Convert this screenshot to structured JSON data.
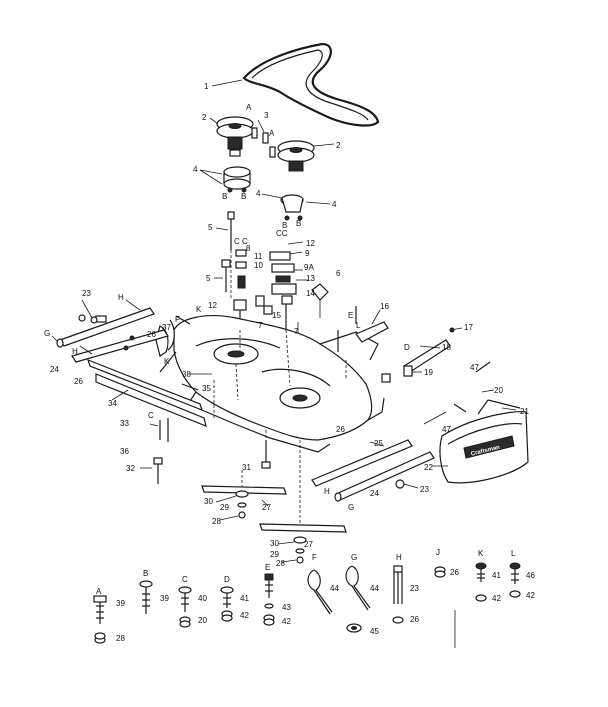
{
  "callouts": [
    {
      "id": "c1",
      "text": "1"
    },
    {
      "id": "c2a",
      "text": "2"
    },
    {
      "id": "c2b",
      "text": "2"
    },
    {
      "id": "cA1",
      "text": "A"
    },
    {
      "id": "cA2",
      "text": "A"
    },
    {
      "id": "c3",
      "text": "3"
    },
    {
      "id": "c4a",
      "text": "4"
    },
    {
      "id": "c4b",
      "text": "4"
    },
    {
      "id": "c4c",
      "text": "4"
    },
    {
      "id": "cB1",
      "text": "B"
    },
    {
      "id": "cB2",
      "text": "B"
    },
    {
      "id": "cB3",
      "text": "B"
    },
    {
      "id": "cB4",
      "text": "B"
    },
    {
      "id": "c5a",
      "text": "5"
    },
    {
      "id": "c5b",
      "text": "5"
    },
    {
      "id": "cC1",
      "text": "C"
    },
    {
      "id": "cC2",
      "text": "C"
    },
    {
      "id": "cCC",
      "text": "CC"
    },
    {
      "id": "c12a",
      "text": "12"
    },
    {
      "id": "c12b",
      "text": "12"
    },
    {
      "id": "c9",
      "text": "9"
    },
    {
      "id": "c10",
      "text": "10"
    },
    {
      "id": "c11",
      "text": "11"
    },
    {
      "id": "c8",
      "text": "8"
    },
    {
      "id": "c9A",
      "text": "9A"
    },
    {
      "id": "c13",
      "text": "13"
    },
    {
      "id": "c6",
      "text": "6"
    },
    {
      "id": "c14",
      "text": "14"
    },
    {
      "id": "c7a",
      "text": "7"
    },
    {
      "id": "c7b",
      "text": "7"
    },
    {
      "id": "c15",
      "text": "15"
    },
    {
      "id": "c16",
      "text": "16"
    },
    {
      "id": "c17",
      "text": "17"
    },
    {
      "id": "c18",
      "text": "18"
    },
    {
      "id": "c19",
      "text": "19"
    },
    {
      "id": "cD1",
      "text": "D"
    },
    {
      "id": "cE1",
      "text": "E"
    },
    {
      "id": "cL1",
      "text": "L"
    },
    {
      "id": "c23a",
      "text": "23"
    },
    {
      "id": "cH1",
      "text": "H"
    },
    {
      "id": "cG1",
      "text": "G"
    },
    {
      "id": "c24a",
      "text": "24"
    },
    {
      "id": "cH2",
      "text": "H"
    },
    {
      "id": "c26a",
      "text": "26"
    },
    {
      "id": "cF1",
      "text": "F"
    },
    {
      "id": "c37",
      "text": "37"
    },
    {
      "id": "cK1",
      "text": "K"
    },
    {
      "id": "cK2",
      "text": "K"
    },
    {
      "id": "c26b",
      "text": "26"
    },
    {
      "id": "c38",
      "text": "38"
    },
    {
      "id": "c35",
      "text": "35"
    },
    {
      "id": "c34",
      "text": "34"
    },
    {
      "id": "c33",
      "text": "33"
    },
    {
      "id": "cC3",
      "text": "C"
    },
    {
      "id": "c36",
      "text": "36"
    },
    {
      "id": "c32",
      "text": "32"
    },
    {
      "id": "c31",
      "text": "31"
    },
    {
      "id": "c26c",
      "text": "26"
    },
    {
      "id": "c25",
      "text": "25"
    },
    {
      "id": "cH3",
      "text": "H"
    },
    {
      "id": "c24b",
      "text": "24"
    },
    {
      "id": "cG2",
      "text": "G"
    },
    {
      "id": "c23b",
      "text": "23"
    },
    {
      "id": "c47a",
      "text": "47"
    },
    {
      "id": "c20",
      "text": "20"
    },
    {
      "id": "c21",
      "text": "21"
    },
    {
      "id": "c47b",
      "text": "47"
    },
    {
      "id": "c22",
      "text": "22"
    },
    {
      "id": "c27a",
      "text": "27"
    },
    {
      "id": "c30a",
      "text": "30"
    },
    {
      "id": "c29a",
      "text": "29"
    },
    {
      "id": "c28a",
      "text": "28"
    },
    {
      "id": "c30b",
      "text": "30"
    },
    {
      "id": "c29b",
      "text": "29"
    },
    {
      "id": "c28b",
      "text": "28"
    },
    {
      "id": "c27b",
      "text": "27"
    }
  ],
  "hardware_letters": [
    "A",
    "B",
    "C",
    "D",
    "E",
    "F",
    "G",
    "H",
    "J",
    "K",
    "L"
  ],
  "hardware_numbers": [
    {
      "id": "h39a",
      "text": "39"
    },
    {
      "id": "h39b",
      "text": "39"
    },
    {
      "id": "h40",
      "text": "40"
    },
    {
      "id": "h41a",
      "text": "41"
    },
    {
      "id": "h43",
      "text": "43"
    },
    {
      "id": "h44a",
      "text": "44"
    },
    {
      "id": "h44b",
      "text": "44"
    },
    {
      "id": "h23",
      "text": "23"
    },
    {
      "id": "h26a",
      "text": "26"
    },
    {
      "id": "h41b",
      "text": "41"
    },
    {
      "id": "h46",
      "text": "46"
    },
    {
      "id": "h28",
      "text": "28"
    },
    {
      "id": "h20",
      "text": "20"
    },
    {
      "id": "h42a",
      "text": "42"
    },
    {
      "id": "h42b",
      "text": "42"
    },
    {
      "id": "h45",
      "text": "45"
    },
    {
      "id": "h26b",
      "text": "26"
    },
    {
      "id": "h42c",
      "text": "42"
    },
    {
      "id": "h42d",
      "text": "42"
    }
  ],
  "logo_text": "Craftsman"
}
